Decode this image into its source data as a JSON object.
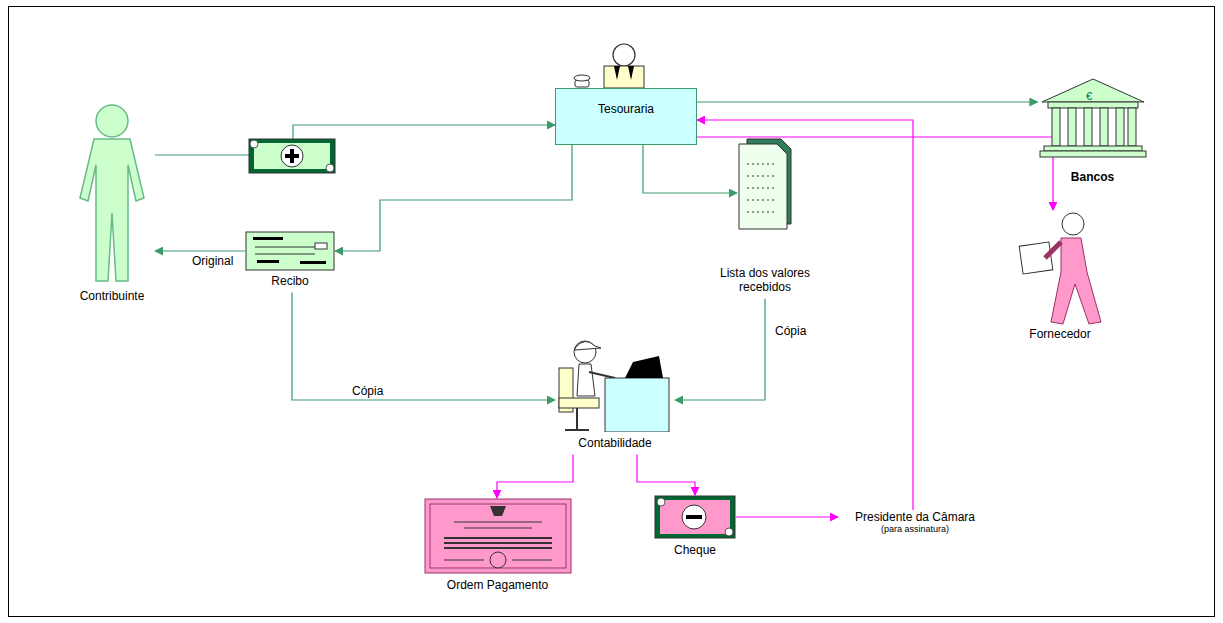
{
  "diagram": {
    "nodes": [
      {
        "text": [
          "Tesouraria"
        ]
      },
      {
        "text": [
          "Contribuinte"
        ]
      },
      {
        "text": [
          "Recibo"
        ]
      },
      {
        "text": [
          "Lista dos valores recebidos"
        ]
      },
      {
        "text": [
          "Contabilidade"
        ]
      },
      {
        "text": [
          "Ordem Pagamento"
        ]
      },
      {
        "text": [
          "Cheque"
        ]
      },
      {
        "text": [
          "Presidente da Câmara",
          "(para assinatura)"
        ]
      },
      {
        "text": [
          "Bancos"
        ]
      },
      {
        "text": [
          "Fornecedor"
        ]
      }
    ],
    "edges": [
      {
        "from": 1,
        "to": 0,
        "arrow": "to"
      },
      {
        "from": 0,
        "to": 2,
        "arrow": "to"
      },
      {
        "from": 2,
        "to": 1,
        "label": "Original",
        "arrow": "to"
      },
      {
        "from": 0,
        "to": 3,
        "arrow": "to"
      },
      {
        "from": 2,
        "to": 4,
        "label": "Cópia",
        "arrow": "to"
      },
      {
        "from": 3,
        "to": 4,
        "label": "Cópia",
        "arrow": "to"
      },
      {
        "from": 4,
        "to": 5,
        "arrow": "to"
      },
      {
        "from": 4,
        "to": 6,
        "arrow": "to"
      },
      {
        "from": 6,
        "to": 7,
        "arrow": "to"
      },
      {
        "from": 7,
        "to": 0,
        "arrow": "to"
      },
      {
        "from": 0,
        "to": 8,
        "arrow": "to"
      },
      {
        "from": 0,
        "to": 9,
        "arrow": "to"
      }
    ],
    "labels": [
      "€"
    ]
  }
}
